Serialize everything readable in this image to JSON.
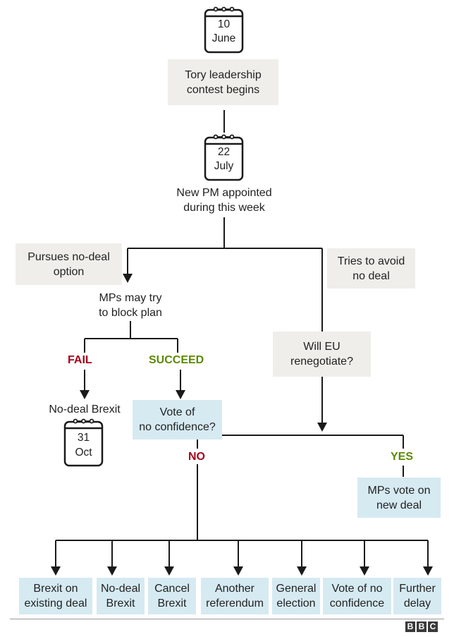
{
  "calendars": {
    "cal1": {
      "line1": "10",
      "line2": "June"
    },
    "cal2": {
      "line1": "22",
      "line2": "July"
    },
    "cal3": {
      "line1": "31",
      "line2": "Oct"
    }
  },
  "nodes": {
    "tory_contest": [
      "Tory leadership",
      "contest begins"
    ],
    "new_pm": [
      "New PM appointed",
      "during this week"
    ],
    "pursues_no_deal": [
      "Pursues no-deal",
      "option"
    ],
    "tries_avoid": [
      "Tries to avoid",
      "no deal"
    ],
    "mps_block": [
      "MPs may try",
      "to block plan"
    ],
    "will_eu": [
      "Will EU",
      "renegotiate?"
    ],
    "no_deal_brexit_top": "No-deal Brexit",
    "vote_no_conf_top": [
      "Vote of",
      "no confidence?"
    ],
    "mps_vote_new_deal": [
      "MPs vote on",
      "new deal"
    ]
  },
  "branch_labels": {
    "fail": "FAIL",
    "succeed": "SUCCEED",
    "no": "NO",
    "yes": "YES"
  },
  "outcomes": [
    [
      "Brexit on",
      "existing deal"
    ],
    [
      "No-deal",
      "Brexit"
    ],
    [
      "Cancel",
      "Brexit"
    ],
    [
      "Another",
      "referendum"
    ],
    [
      "General",
      "election"
    ],
    [
      "Vote of no",
      "confidence"
    ],
    [
      "Further",
      "delay"
    ]
  ],
  "source_logo": [
    "B",
    "B",
    "C"
  ],
  "colors": {
    "line": "#1a1a1a",
    "grey_box": "#efeeea",
    "blue_box": "#d6eaf2",
    "fail_red": "#a6001a",
    "succeed_green": "#5a8a00"
  }
}
